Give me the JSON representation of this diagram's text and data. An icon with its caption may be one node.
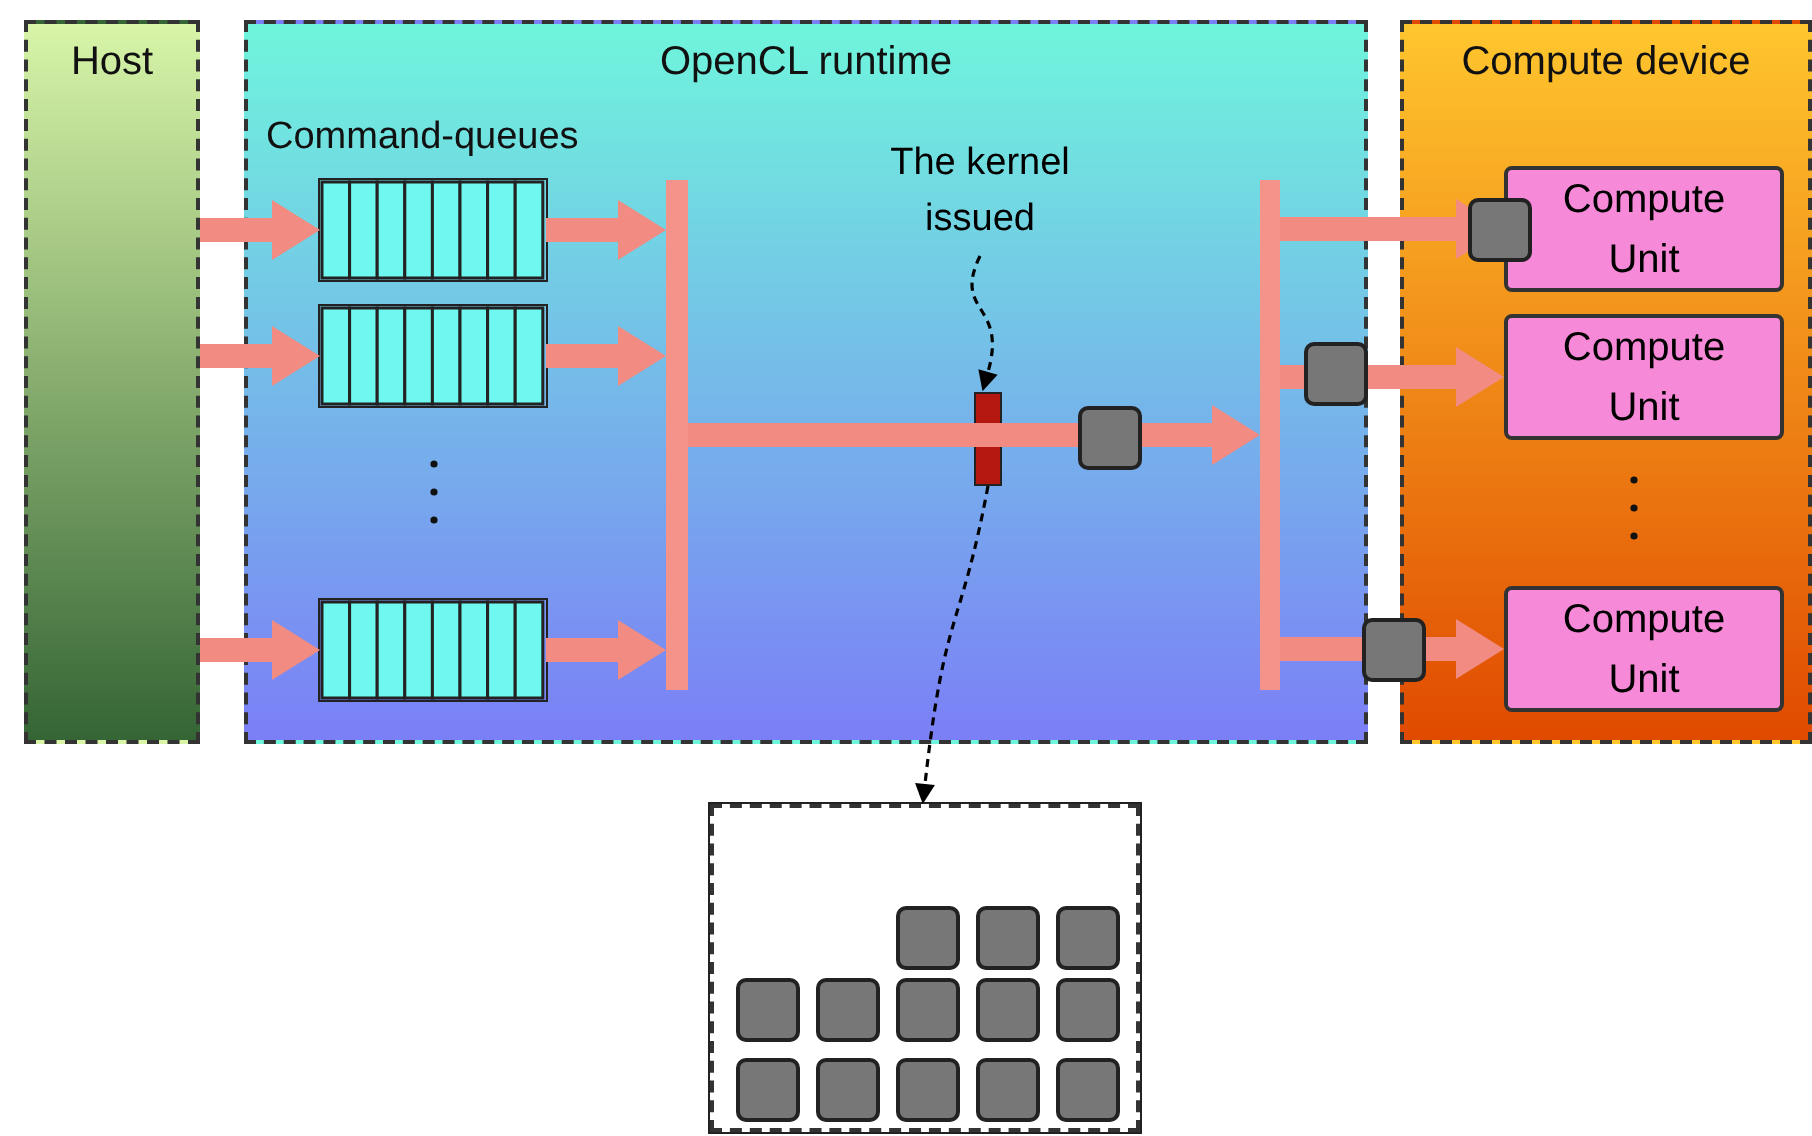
{
  "diagram": {
    "nodes": [
      {
        "text": [
          "Host"
        ]
      },
      {
        "text": [
          "OpenCL runtime"
        ]
      },
      {
        "text": [],
        "shape": "box",
        "in": 1
      },
      {
        "text": [],
        "shape": "box",
        "in": 1
      },
      {
        "text": [],
        "shape": "box",
        "in": 1
      },
      {
        "text": [],
        "shape": "bar",
        "in": 1
      },
      {
        "text": [
          "The kernel issued"
        ],
        "in": 1
      },
      {
        "text": [],
        "shape": "bar",
        "in": 1
      },
      {
        "text": [],
        "shape": "bar",
        "in": 1
      },
      {
        "text": [
          "Compute device"
        ]
      },
      {
        "text": [
          "Compute Unit"
        ],
        "in": 9
      },
      {
        "text": [
          "Compute Unit"
        ],
        "in": 9
      },
      {
        "text": [
          "Compute Unit"
        ],
        "in": 9
      },
      {
        "text": [],
        "shape": "box"
      }
    ],
    "edges": [
      {
        "from": 0,
        "to": 2,
        "arrow": "to"
      },
      {
        "from": 0,
        "to": 3,
        "arrow": "to"
      },
      {
        "from": 0,
        "to": 4,
        "arrow": "to"
      },
      {
        "from": 2,
        "to": 5,
        "arrow": "to"
      },
      {
        "from": 3,
        "to": 5,
        "arrow": "to"
      },
      {
        "from": 4,
        "to": 5,
        "arrow": "to"
      },
      {
        "from": 5,
        "to": 8,
        "arrow": "to"
      },
      {
        "from": 8,
        "to": 10,
        "arrow": "to"
      },
      {
        "from": 8,
        "to": 11,
        "arrow": "to"
      },
      {
        "from": 8,
        "to": 12,
        "arrow": "to"
      },
      {
        "from": 6,
        "to": 7,
        "arrow": "to",
        "style": "dashed",
        "color": "#000000"
      },
      {
        "from": 7,
        "to": 13,
        "arrow": "to",
        "style": "dashed",
        "color": "#000000"
      }
    ],
    "labels": [
      "Command-queues"
    ]
  }
}
